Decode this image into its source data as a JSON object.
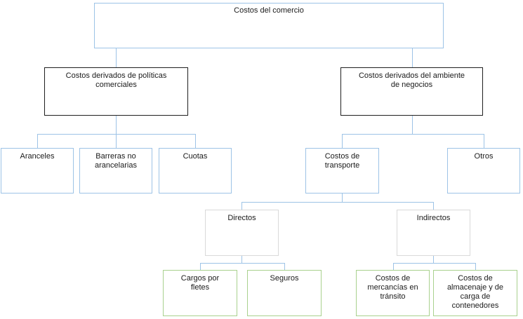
{
  "nodes": {
    "root": "Costos del comercio",
    "politicas": "Costos derivados de políticas\ncomerciales",
    "ambiente": "Costos derivados del ambiente\nde negocios",
    "aranceles": "Aranceles",
    "barreras": "Barreras no\narancelarias",
    "cuotas": "Cuotas",
    "transporte": "Costos de\ntransporte",
    "otros": "Otros",
    "directos": "Directos",
    "indirectos": "Indirectos",
    "fletes": "Cargos por\nfletes",
    "seguros": "Seguros",
    "mercancias": "Costos de\nmercancías en\ntránsito",
    "almacenaje": "Costos de\nalmacenaje y de\ncarga de\ncontenedores"
  },
  "hierarchy": {
    "Costos del comercio": [
      "Costos derivados de políticas comerciales",
      "Costos derivados del ambiente de negocios"
    ],
    "Costos derivados de políticas comerciales": [
      "Aranceles",
      "Barreras no arancelarias",
      "Cuotas"
    ],
    "Costos derivados del ambiente de negocios": [
      "Costos de transporte",
      "Otros"
    ],
    "Costos de transporte": [
      "Directos",
      "Indirectos"
    ],
    "Directos": [
      "Cargos por fletes",
      "Seguros"
    ],
    "Indirectos": [
      "Costos de mercancías en tránsito",
      "Costos de almacenaje y de carga de contenedores"
    ]
  },
  "colors": {
    "background": "#ffffff",
    "text": "#1a1a1a",
    "connector": "#9dc3e6",
    "root_border": "#9dc3e6",
    "policy_border": "#1f1f1f",
    "blue_border": "#9dc3e6",
    "gray_border": "#d9d9d9",
    "green_border": "#a9d18e"
  }
}
